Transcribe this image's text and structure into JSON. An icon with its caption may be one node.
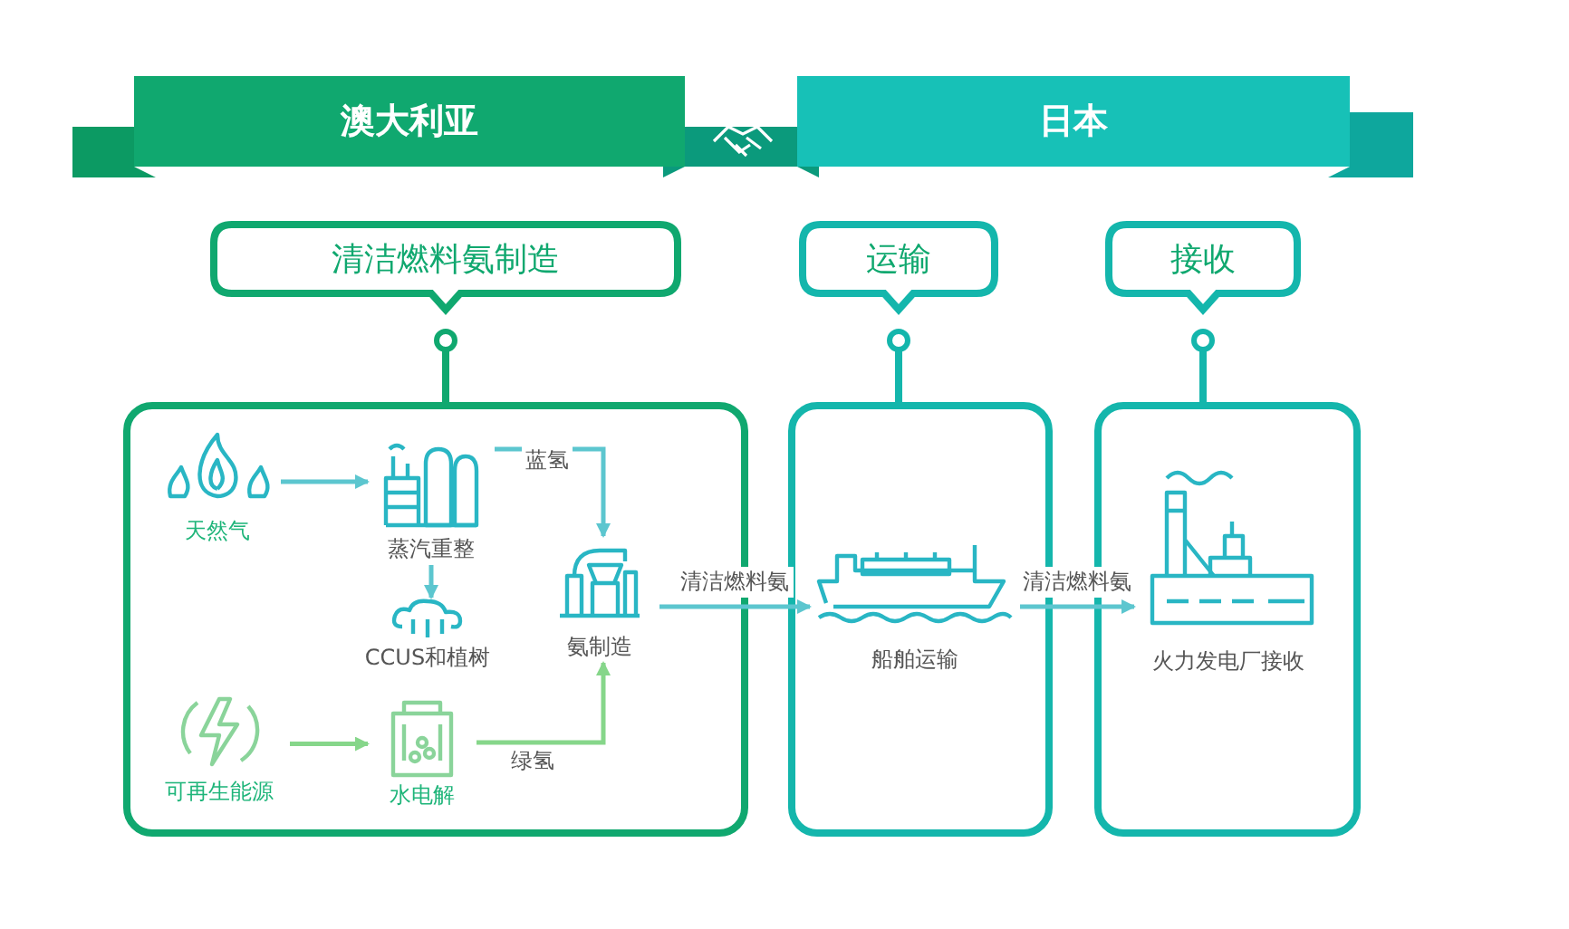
{
  "diagram": {
    "nodes": [
      {
        "text": [
          "澳大利亚"
        ]
      },
      {
        "text": [
          "日本"
        ]
      },
      {
        "text": [
          "清洁燃料氨制造"
        ]
      },
      {
        "text": [
          "运输"
        ]
      },
      {
        "text": [
          "接收"
        ]
      },
      {
        "text": [],
        "shape": "box"
      },
      {
        "text": [],
        "shape": "box"
      },
      {
        "text": [],
        "shape": "box"
      },
      {
        "text": [
          "天然气"
        ],
        "in": 5
      },
      {
        "text": [
          "蒸汽重整"
        ],
        "in": 5
      },
      {
        "text": [
          "CCUS和植树"
        ],
        "in": 5
      },
      {
        "text": [
          "氨制造"
        ],
        "in": 5
      },
      {
        "text": [
          "可再生能源"
        ],
        "in": 5
      },
      {
        "text": [
          "水电解"
        ],
        "in": 5
      },
      {
        "text": [
          "船舶运输"
        ],
        "in": 6
      },
      {
        "text": [
          "火力发电厂接收"
        ],
        "in": 7
      }
    ],
    "edges": [
      {
        "from": 2,
        "to": 5,
        "arrow": "other",
        "color": "#10a86f"
      },
      {
        "from": 3,
        "to": 6,
        "arrow": "other",
        "color": "#14b6ac"
      },
      {
        "from": 4,
        "to": 7,
        "arrow": "other",
        "color": "#14b6ac"
      },
      {
        "from": 8,
        "to": 9,
        "arrow": "to"
      },
      {
        "from": 9,
        "to": 11,
        "arrow": "to",
        "label": "蓝氢"
      },
      {
        "from": 9,
        "to": 10,
        "arrow": "to"
      },
      {
        "from": 12,
        "to": 13,
        "arrow": "to",
        "color": "#86d68a"
      },
      {
        "from": 13,
        "to": 11,
        "arrow": "to",
        "label": "绿氢",
        "color": "#86d68a"
      },
      {
        "from": 11,
        "to": 14,
        "arrow": "to",
        "label": "清洁燃料氨"
      },
      {
        "from": 14,
        "to": 15,
        "arrow": "to",
        "label": "清洁燃料氨"
      }
    ]
  }
}
